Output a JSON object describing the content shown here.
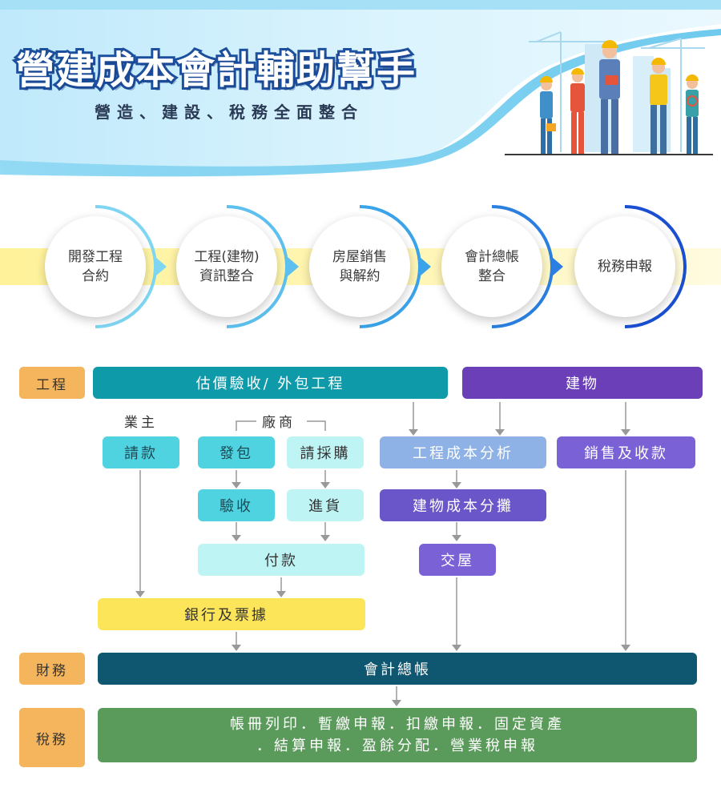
{
  "header": {
    "title": "營建成本會計輔助幫手",
    "subtitle": "營造、建設、稅務全面整合",
    "illustration": "construction-workers-with-cranes"
  },
  "steps": [
    {
      "line1": "開發工程",
      "line2": "合約"
    },
    {
      "line1": "工程(建物)",
      "line2": "資訊整合"
    },
    {
      "line1": "房屋銷售",
      "line2": "與解約"
    },
    {
      "line1": "會計總帳",
      "line2": "整合"
    },
    {
      "line1": "稅務申報",
      "line2": ""
    }
  ],
  "flow": {
    "categories": {
      "engineering": "工程",
      "finance": "財務",
      "tax": "稅務"
    },
    "headers": {
      "estimate": "估價驗收/ 外包工程",
      "building": "建物"
    },
    "labels": {
      "owner": "業主",
      "vendor": "廠商"
    },
    "nodes": {
      "request_payment": "請款",
      "subcontract": "發包",
      "purchase_request": "請採購",
      "acceptance": "驗收",
      "receiving": "進貨",
      "payment": "付款",
      "bank_notes": "銀行及票據",
      "cost_analysis": "工程成本分析",
      "cost_allocation": "建物成本分攤",
      "handover": "交屋",
      "sales_collection": "銷售及收款",
      "general_ledger": "會計總帳"
    },
    "tax_items": {
      "line1": "帳冊列印．暫繳申報．扣繳申報．固定資產",
      "line2": "．結算申報．盈餘分配．營業稅申報"
    }
  },
  "colors": {
    "title_stroke": "#1c4f9e",
    "category": "#f5b55c",
    "teal_header": "#0f9aa9",
    "purple_header": "#6b3fb8",
    "ledger": "#0f5670",
    "tax": "#5a9a5a",
    "bank": "#fde55a",
    "arrow": "#999999"
  }
}
